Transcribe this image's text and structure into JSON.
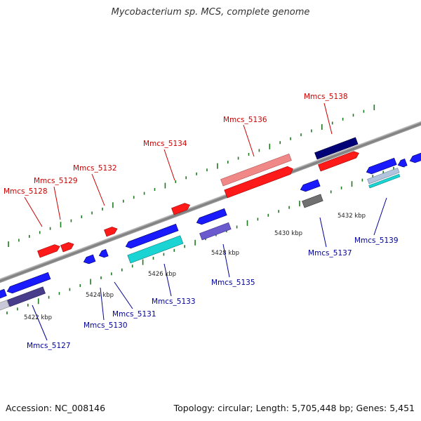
{
  "title": "Mycobacterium sp. MCS, complete genome",
  "footer": {
    "accession": "Accession: NC_008146",
    "summary": "Topology: circular; Length: 5,705,448 bp; Genes: 5,451"
  },
  "colors": {
    "backbone": "#8c8c8c",
    "tick": "#1e7a1e",
    "forward_label": "#cc0000",
    "reverse_label": "#000099",
    "red": "#ff1a1a",
    "salmon": "#f08888",
    "blue": "#1a1aff",
    "navy": "#000077",
    "cyan": "#1ad4d4",
    "slate": "#6a5acd",
    "darkslate": "#483d8b",
    "gray": "#707070",
    "lightgray": "#c8c8d8",
    "lightblue": "#b0c4de"
  },
  "kbp_labels": [
    {
      "text": "5422 kbp",
      "kbp": 5422
    },
    {
      "text": "5424 kbp",
      "kbp": 5424
    },
    {
      "text": "5426 kbp",
      "kbp": 5426
    },
    {
      "text": "5428 kbp",
      "kbp": 5428
    },
    {
      "text": "5430 kbp",
      "kbp": 5430
    },
    {
      "text": "5432 kbp",
      "kbp": 5432
    }
  ],
  "gene_labels": [
    {
      "text": "Mmcs_5128",
      "strand": "forward"
    },
    {
      "text": "Mmcs_5129",
      "strand": "forward"
    },
    {
      "text": "Mmcs_5132",
      "strand": "forward"
    },
    {
      "text": "Mmcs_5134",
      "strand": "forward"
    },
    {
      "text": "Mmcs_5136",
      "strand": "forward"
    },
    {
      "text": "Mmcs_5138",
      "strand": "forward"
    },
    {
      "text": "Mmcs_5127",
      "strand": "reverse"
    },
    {
      "text": "Mmcs_5130",
      "strand": "reverse"
    },
    {
      "text": "Mmcs_5131",
      "strand": "reverse"
    },
    {
      "text": "Mmcs_5133",
      "strand": "reverse"
    },
    {
      "text": "Mmcs_5135",
      "strand": "reverse"
    },
    {
      "text": "Mmcs_5137",
      "strand": "reverse"
    },
    {
      "text": "Mmcs_5139",
      "strand": "reverse"
    }
  ]
}
